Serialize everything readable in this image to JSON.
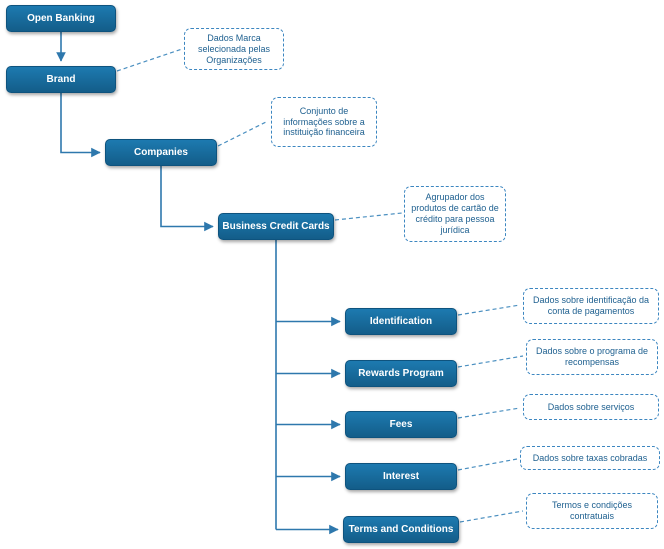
{
  "diagram": {
    "title_node": "Open Banking",
    "colors": {
      "node_fill": "#17658f",
      "node_fill_light": "#1d7ab0",
      "node_border": "#0e537e",
      "line": "#2e78ad",
      "note_border": "#3c86c0",
      "note_text": "#1d5f8f"
    },
    "nodes": [
      {
        "id": "open-banking",
        "label": "Open Banking"
      },
      {
        "id": "brand",
        "label": "Brand",
        "note": "Dados Marca selecionada pelas Organizações"
      },
      {
        "id": "companies",
        "label": "Companies",
        "note": "Conjunto de informações sobre a instituição financeira"
      },
      {
        "id": "business-credit-cards",
        "label": "Business Credit Cards",
        "note": "Agrupador dos produtos de cartão de crédito para pessoa jurídica"
      },
      {
        "id": "identification",
        "label": "Identification",
        "note": "Dados sobre identificação da conta de pagamentos"
      },
      {
        "id": "rewards-program",
        "label": "Rewards Program",
        "note": "Dados sobre o programa de recompensas"
      },
      {
        "id": "fees",
        "label": "Fees",
        "note": "Dados sobre serviços"
      },
      {
        "id": "interest",
        "label": "Interest",
        "note": "Dados sobre taxas cobradas"
      },
      {
        "id": "terms-and-conditions",
        "label": "Terms and Conditions",
        "note": "Termos e condições contratuais"
      }
    ]
  }
}
